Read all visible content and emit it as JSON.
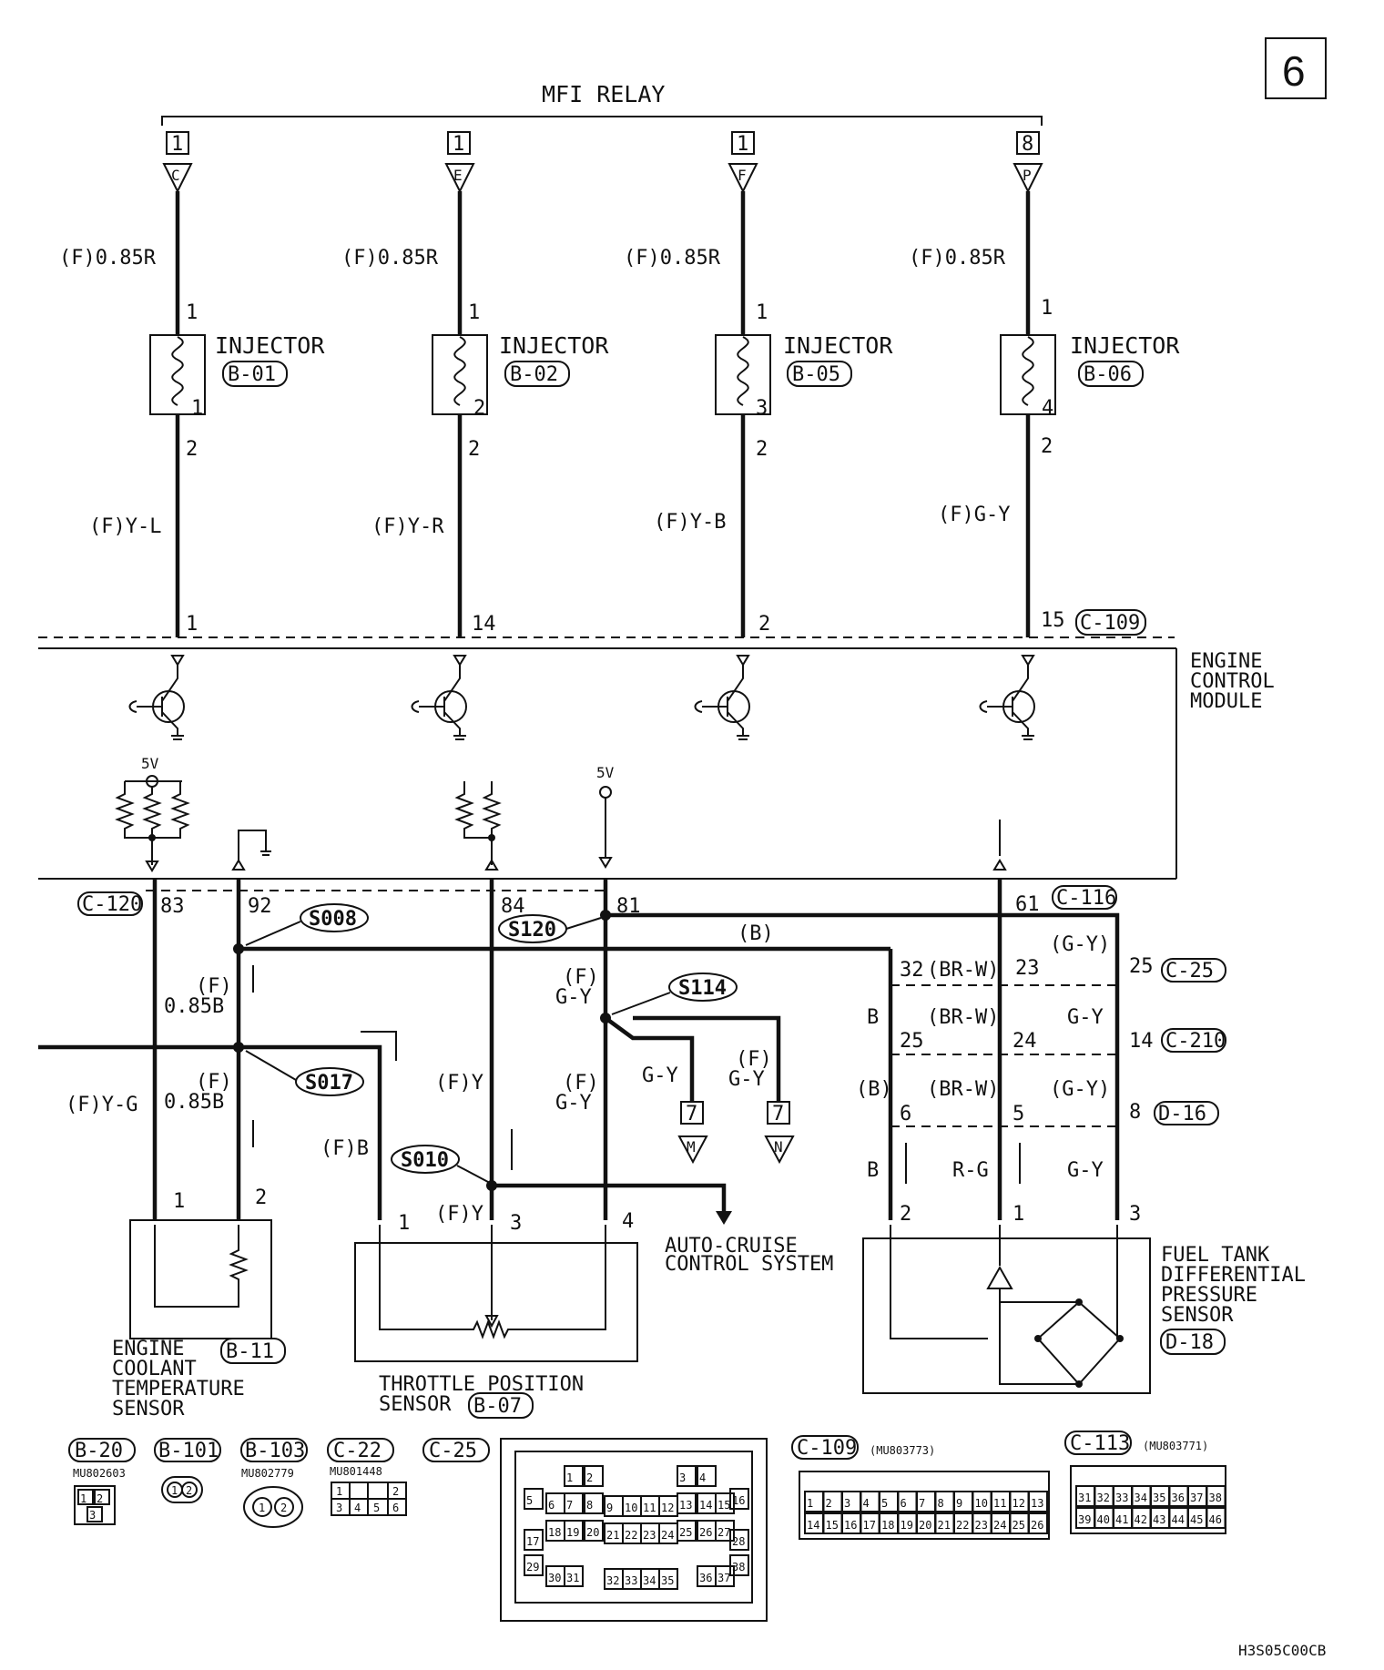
{
  "page_number": "6",
  "relay_label": "MFI RELAY",
  "relay_terminals": [
    {
      "num": "1",
      "letter": "C"
    },
    {
      "num": "1",
      "letter": "E"
    },
    {
      "num": "1",
      "letter": "F"
    },
    {
      "num": "8",
      "letter": "P"
    }
  ],
  "injectors": [
    {
      "label": "INJECTOR",
      "code": "B-01",
      "index": "1",
      "supply_wire": "(F)0.85R",
      "ground_wire": "(F)Y-L",
      "ecm_pin": "1",
      "pin_in": "1",
      "pin_out": "2"
    },
    {
      "label": "INJECTOR",
      "code": "B-02",
      "index": "2",
      "supply_wire": "(F)0.85R",
      "ground_wire": "(F)Y-R",
      "ecm_pin": "14",
      "pin_in": "1",
      "pin_out": "2"
    },
    {
      "label": "INJECTOR",
      "code": "B-05",
      "index": "3",
      "supply_wire": "(F)0.85R",
      "ground_wire": "(F)Y-B",
      "ecm_pin": "2",
      "pin_in": "1",
      "pin_out": "2"
    },
    {
      "label": "INJECTOR",
      "code": "B-06",
      "index": "4",
      "supply_wire": "(F)0.85R",
      "ground_wire": "(F)G-Y",
      "ecm_pin": "15",
      "pin_in": "1",
      "pin_out": "2"
    }
  ],
  "ecm": {
    "line1": "ENGINE",
    "line2": "CONTROL",
    "line3": "MODULE",
    "connector_top": "C-109",
    "connector_left": "C-120",
    "connector_right": "C-116",
    "voltage_left": "5V",
    "voltage_mid": "5V",
    "pins_bottom": [
      "83",
      "92",
      "84",
      "81",
      "61"
    ]
  },
  "splices": {
    "s008": "S008",
    "s120": "S120",
    "s114": "S114",
    "s017": "S017",
    "s010": "S010"
  },
  "wires": {
    "w92": "(F)\n0.85B",
    "w92_f": "(F)",
    "w92_v": "0.85B",
    "w83": "(F)Y-G",
    "w017_f": "(F)",
    "w017_v": "0.85B",
    "wB": "(F)B",
    "wY": "(F)Y",
    "wY2": "(F)Y",
    "w81_f": "(F)",
    "w81_v": "G-Y",
    "w81b_f": "(F)",
    "w81b_v": "G-Y",
    "gy": "G-Y",
    "gy2_f": "(F)",
    "gy2_v": "G-Y",
    "b_top": "(B)"
  },
  "ground_refs": [
    {
      "num": "7",
      "letter": "M"
    },
    {
      "num": "7",
      "letter": "N"
    }
  ],
  "auto_cruise": {
    "line1": "AUTO-CRUISE",
    "line2": "CONTROL SYSTEM"
  },
  "fuel_sensor_connectors": [
    {
      "code": "C-25",
      "pins": [
        "32",
        "23",
        "25"
      ],
      "wires": [
        "(BR-W)",
        "(G-Y)"
      ]
    },
    {
      "code": "C-210",
      "pins": [
        "25",
        "24",
        "14"
      ],
      "wires": [
        "B",
        "(BR-W)",
        "G-Y"
      ]
    },
    {
      "code": "D-16",
      "pins": [
        "6",
        "5",
        "8"
      ],
      "wires": [
        "(B)",
        "(BR-W)",
        "(G-Y)"
      ]
    }
  ],
  "fuel_sensor_wires": [
    "B",
    "R-G",
    "G-Y"
  ],
  "fuel_sensor_pins": [
    "2",
    "1",
    "3"
  ],
  "fuel_sensor": {
    "line1": "FUEL TANK",
    "line2": "DIFFERENTIAL",
    "line3": "PRESSURE",
    "line4": "SENSOR",
    "code": "D-18"
  },
  "ect_sensor": {
    "line1": "ENGINE",
    "line2": "COOLANT",
    "line3": "TEMPERATURE",
    "line4": "SENSOR",
    "code": "B-11",
    "pins": [
      "1",
      "2"
    ]
  },
  "tps_sensor": {
    "line1": "THROTTLE POSITION",
    "line2": "SENSOR",
    "code": "B-07",
    "pins": [
      "1",
      "3",
      "4"
    ]
  },
  "connector_views": {
    "b20": {
      "code": "B-20",
      "part": "MU802603"
    },
    "b101": {
      "code": "B-101"
    },
    "b103": {
      "code": "B-103",
      "part": "MU802779"
    },
    "c22": {
      "code": "C-22",
      "part": "MU801448"
    },
    "c25": {
      "code": "C-25"
    },
    "c109": {
      "code": "C-109",
      "part": "(MU803773)"
    },
    "c113": {
      "code": "C-113",
      "part": "(MU803771)"
    }
  },
  "c109_row1": [
    "1",
    "2",
    "3",
    "4",
    "5",
    "6",
    "7",
    "8",
    "9",
    "10",
    "11",
    "12",
    "13"
  ],
  "c109_row2": [
    "14",
    "15",
    "16",
    "17",
    "18",
    "19",
    "20",
    "21",
    "22",
    "23",
    "24",
    "25",
    "26"
  ],
  "c113_row1": [
    "31",
    "32",
    "33",
    "34",
    "35",
    "36",
    "37",
    "38"
  ],
  "c113_row2": [
    "39",
    "40",
    "41",
    "42",
    "43",
    "44",
    "45",
    "46"
  ],
  "c25_pins": [
    "1",
    "2",
    "3",
    "4",
    "5",
    "6",
    "7",
    "8",
    "9",
    "10",
    "11",
    "12",
    "13",
    "14",
    "15",
    "16",
    "17",
    "18",
    "19",
    "20",
    "21",
    "22",
    "23",
    "24",
    "25",
    "26",
    "27",
    "28",
    "29",
    "30",
    "31",
    "32",
    "33",
    "34",
    "35",
    "36",
    "37",
    "38"
  ],
  "c22_pins": [
    "1",
    "2",
    "3",
    "4",
    "5",
    "6"
  ],
  "doc_code": "H3S05C00CB"
}
